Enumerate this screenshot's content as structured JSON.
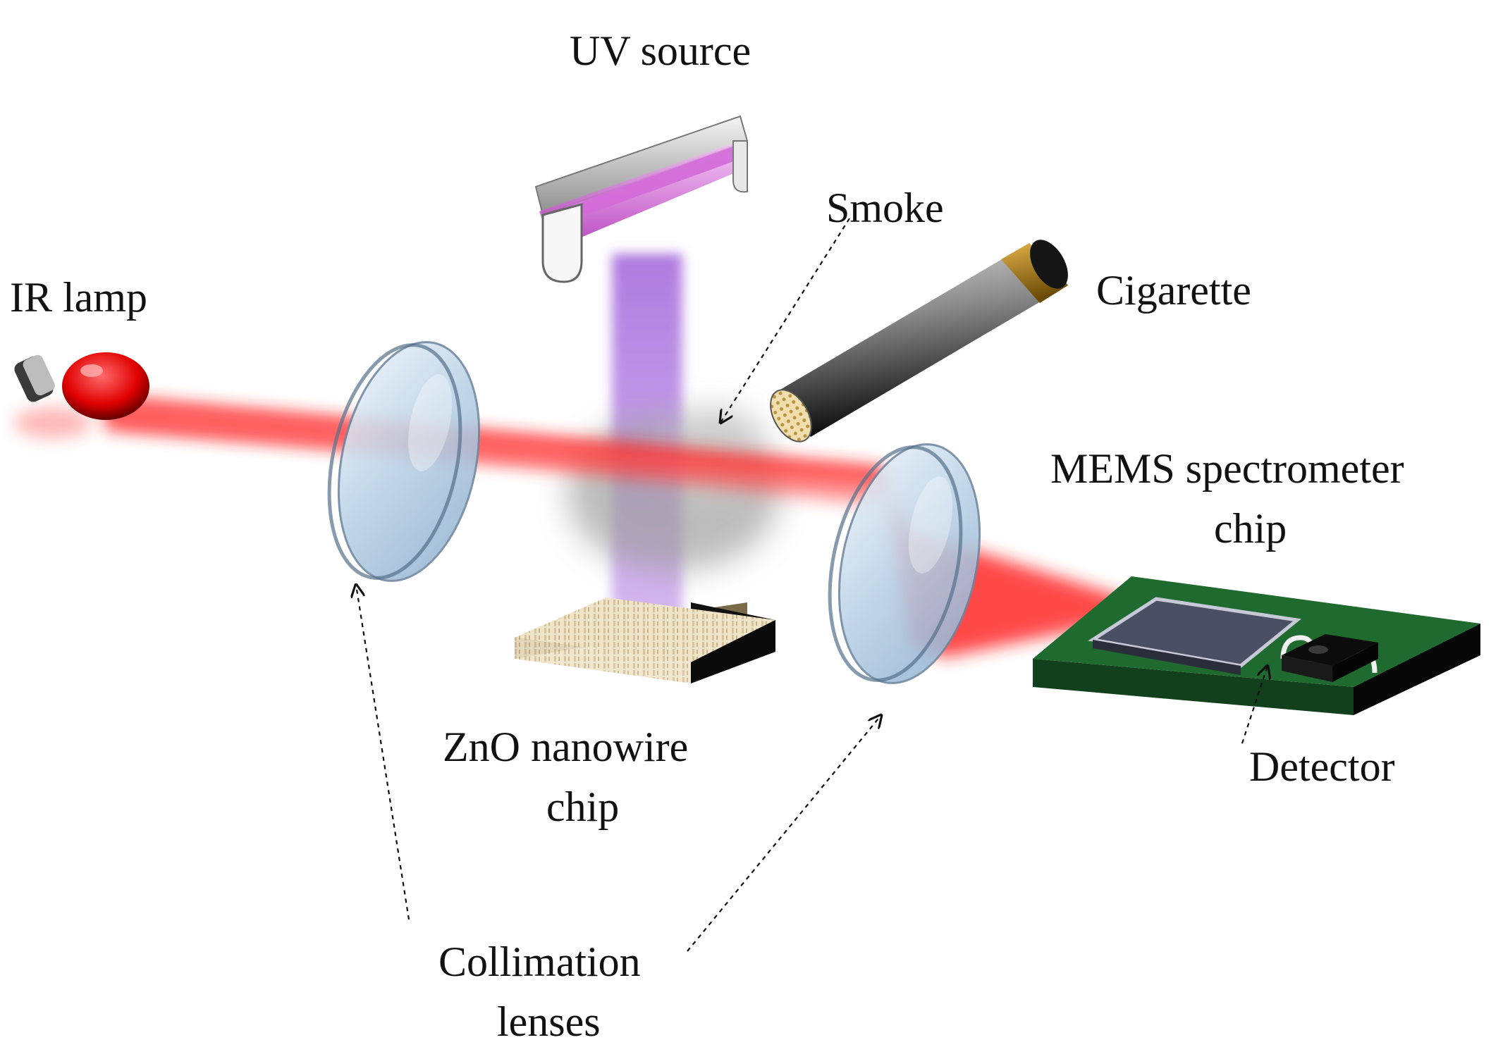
{
  "labels": {
    "uv_source": "UV source",
    "smoke": "Smoke",
    "cigarette": "Cigarette",
    "ir_lamp": "IR lamp",
    "mems_line1": "MEMS spectrometer",
    "mems_line2": "chip",
    "zno_line1": "ZnO nanowire",
    "zno_line2": "chip",
    "detector": "Detector",
    "collimation_line1": "Collimation",
    "collimation_line2": "lenses"
  },
  "colors": {
    "ir_beam": "#ff2b2b",
    "uv_beam": "#a874e0",
    "lens": "#a9c4dc",
    "pcb": "#1f6a2e",
    "cigarette_filter": "#c7900f",
    "smoke": "#9a9a9a",
    "zno_chip": "#eadcc0"
  }
}
